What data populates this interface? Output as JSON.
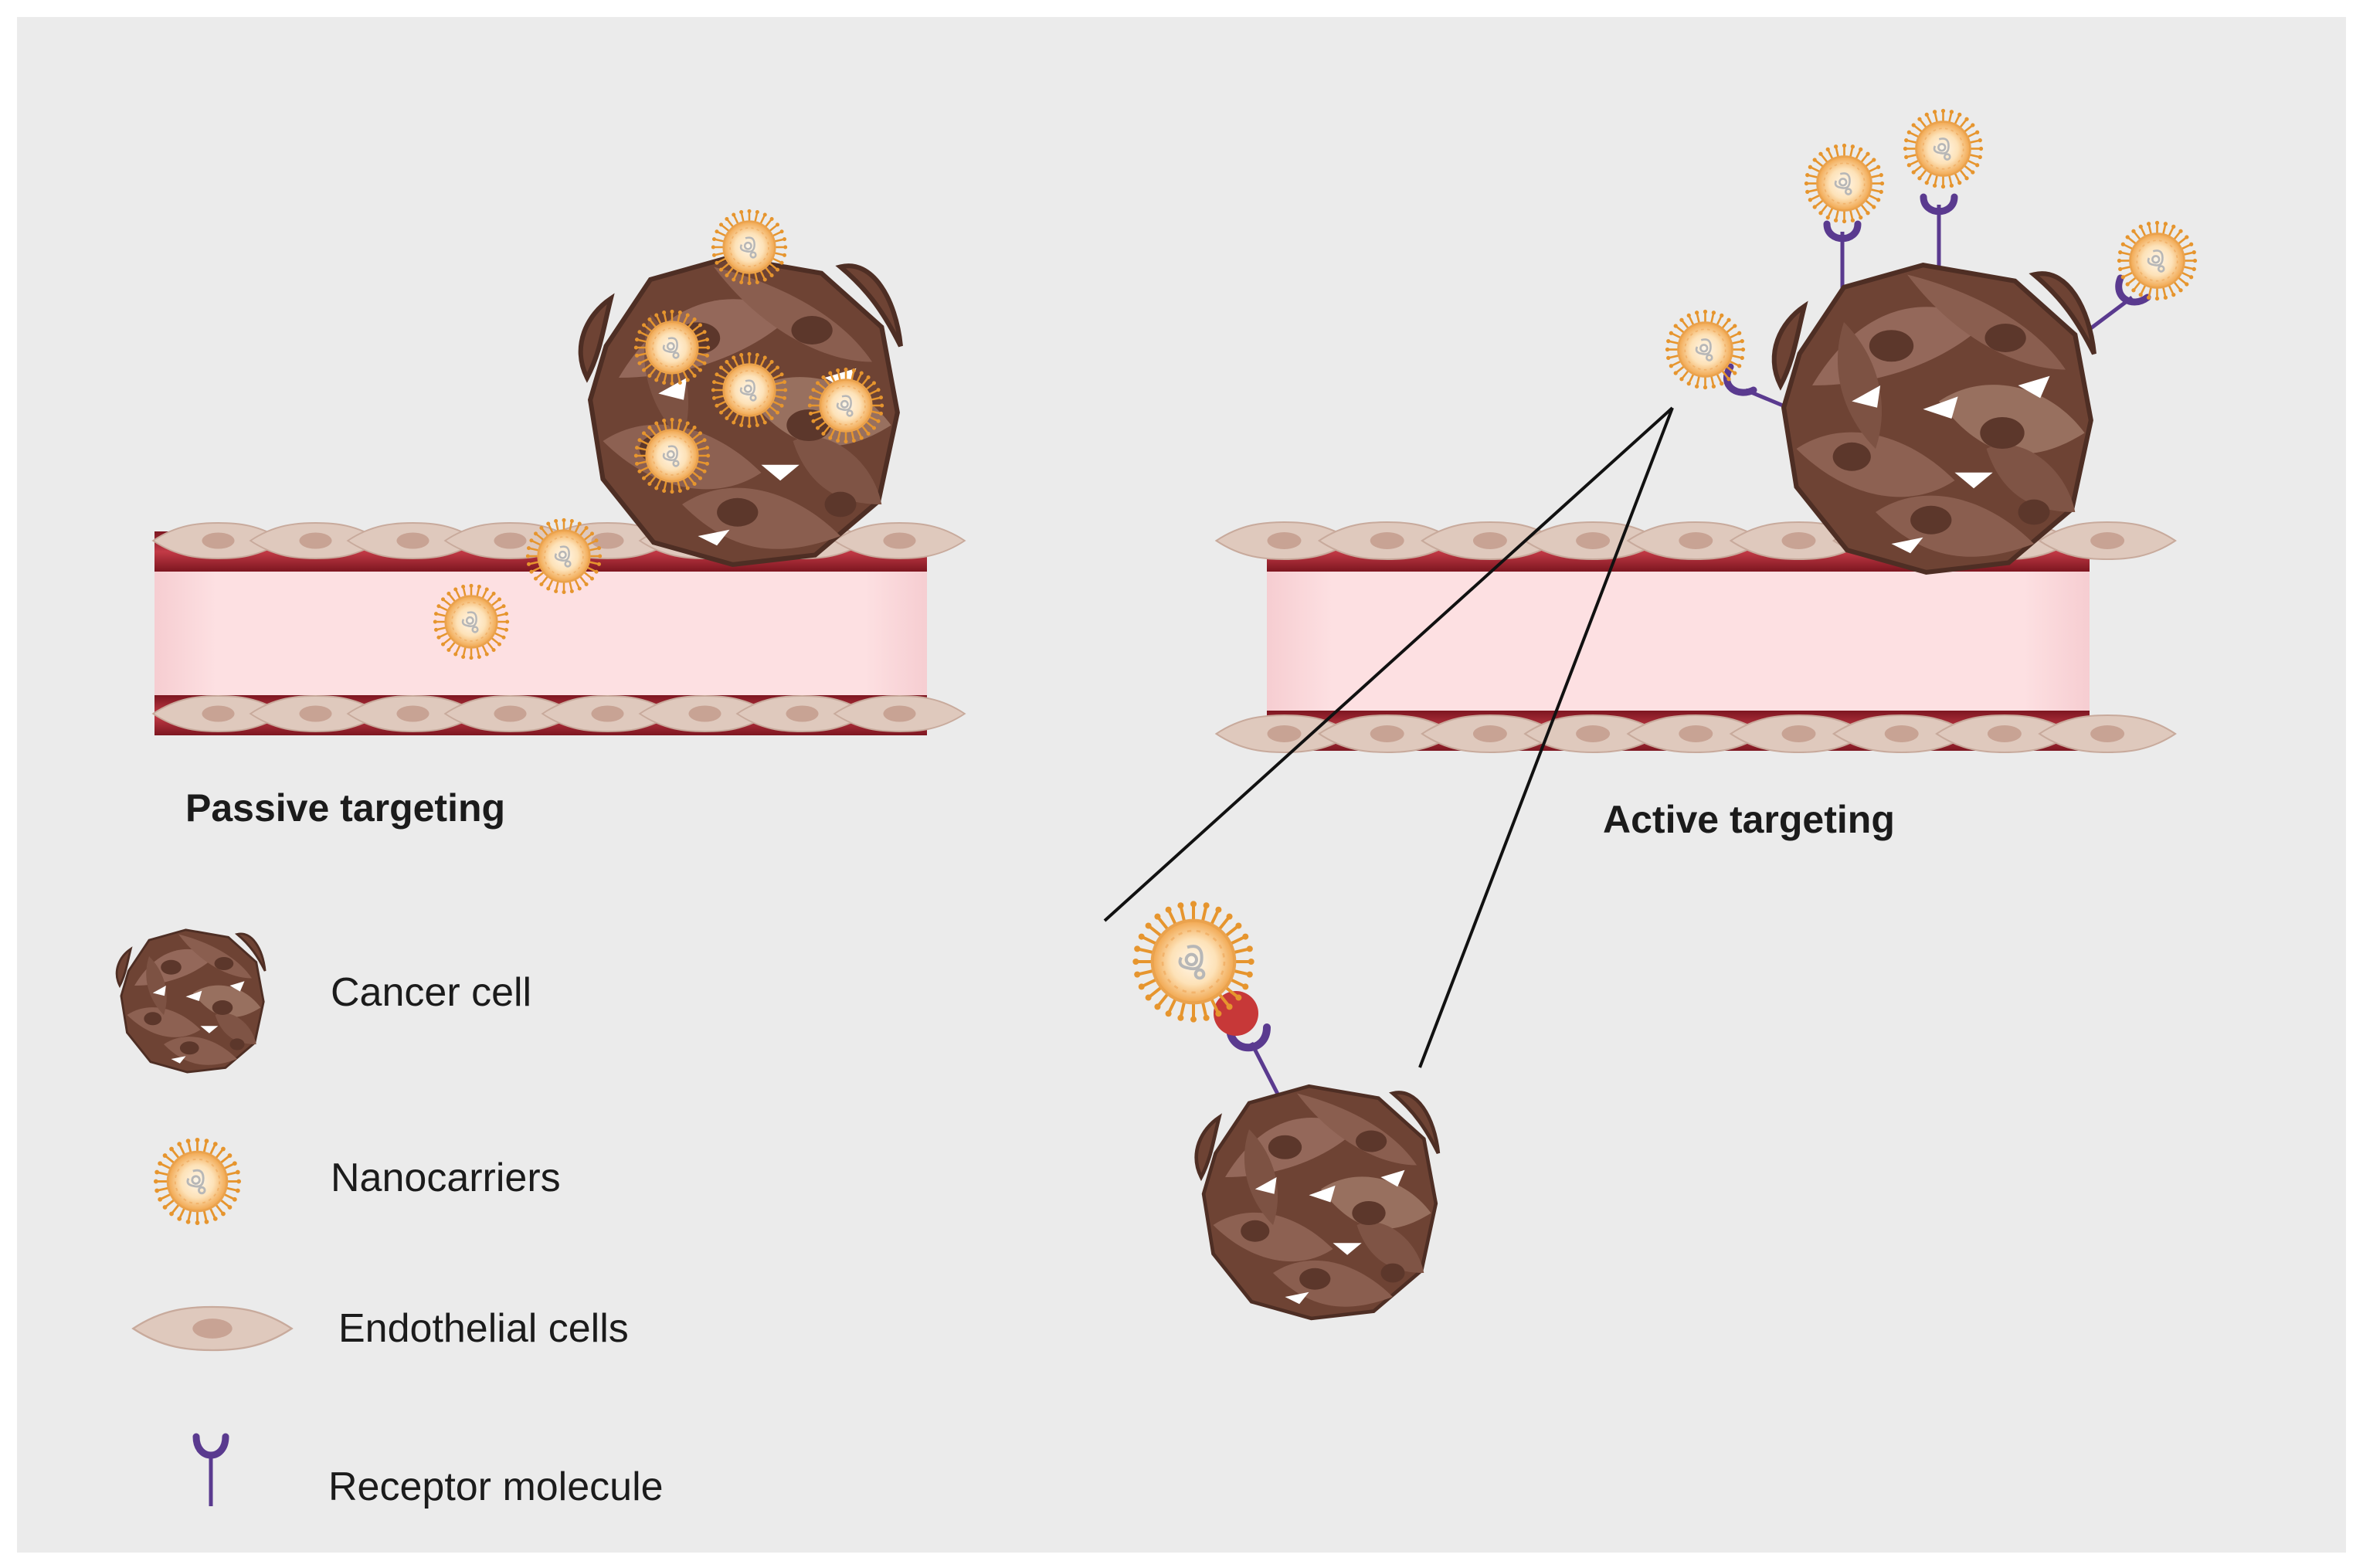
{
  "diagram": {
    "colors": {
      "background": "#ebebeb",
      "vessel_lumen": "#fde0e2",
      "vessel_wall": "#b32c39",
      "endothelial": "#dfc9bd",
      "cancer": "#7a4d3c",
      "nanocarrier": "#f5b25c",
      "receptor": "#5a3a8f",
      "ligand": "#c73838"
    },
    "panels": {
      "passive": {
        "title": "Passive targeting"
      },
      "active": {
        "title": "Active targeting"
      }
    },
    "legend": [
      {
        "icon": "cancer-cell-icon",
        "label": "Cancer cell"
      },
      {
        "icon": "nanocarrier-icon",
        "label": "Nanocarriers"
      },
      {
        "icon": "endothelial-cell-icon",
        "label": "Endothelial cells"
      },
      {
        "icon": "receptor-icon",
        "label": "Receptor molecule"
      }
    ]
  }
}
